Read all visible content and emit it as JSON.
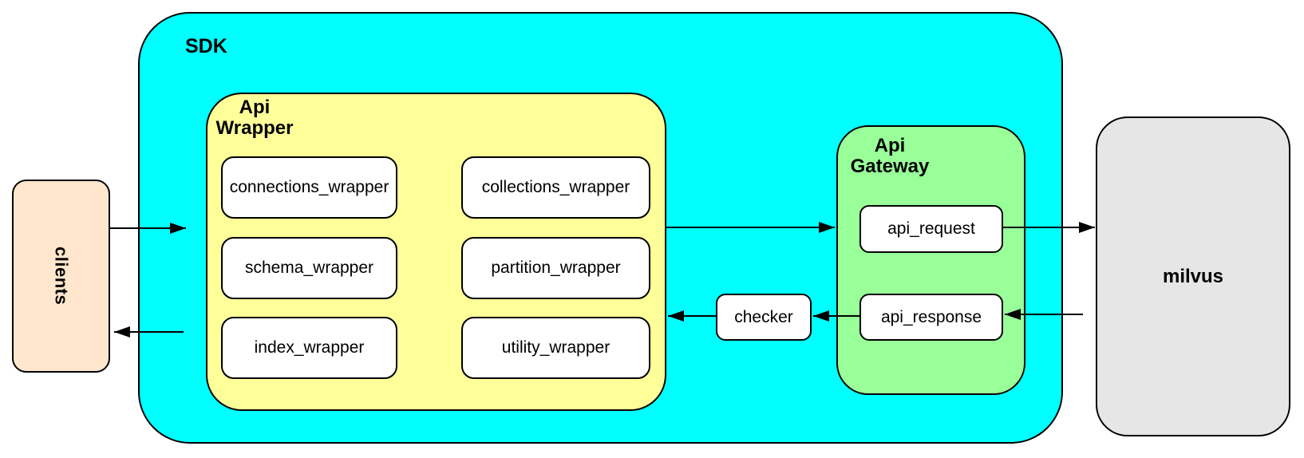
{
  "diagram": {
    "clients": {
      "label": "clients",
      "fill": "#FFE6CC"
    },
    "sdk": {
      "label": "SDK",
      "fill": "#00FFFF"
    },
    "api_wrapper": {
      "label_lines": [
        "Api",
        "Wrapper"
      ],
      "fill": "#FFFF99",
      "nodes": [
        {
          "label": "connections_wrapper"
        },
        {
          "label": "collections_wrapper"
        },
        {
          "label": "schema_wrapper"
        },
        {
          "label": "partition_wrapper"
        },
        {
          "label": "index_wrapper"
        },
        {
          "label": "utility_wrapper"
        }
      ]
    },
    "checker": {
      "label": "checker",
      "fill": "#FFFFFF"
    },
    "api_gateway": {
      "label_lines": [
        "Api",
        "Gateway"
      ],
      "fill": "#99FF99",
      "request": {
        "label": "api_request"
      },
      "response": {
        "label": "api_response"
      }
    },
    "milvus": {
      "label": "milvus",
      "fill": "#E6E6E6"
    },
    "node_fill": "#FFFFFF",
    "border_color": "#000000",
    "arrow_color": "#000000",
    "edges": [
      {
        "from": "clients",
        "to": "sdk"
      },
      {
        "from": "api_wrapper",
        "to": "api_gateway"
      },
      {
        "from": "api_request",
        "to": "milvus"
      },
      {
        "from": "milvus",
        "to": "api_response"
      },
      {
        "from": "api_response",
        "to": "checker"
      },
      {
        "from": "checker",
        "to": "api_wrapper"
      },
      {
        "from": "sdk",
        "to": "clients"
      }
    ]
  }
}
